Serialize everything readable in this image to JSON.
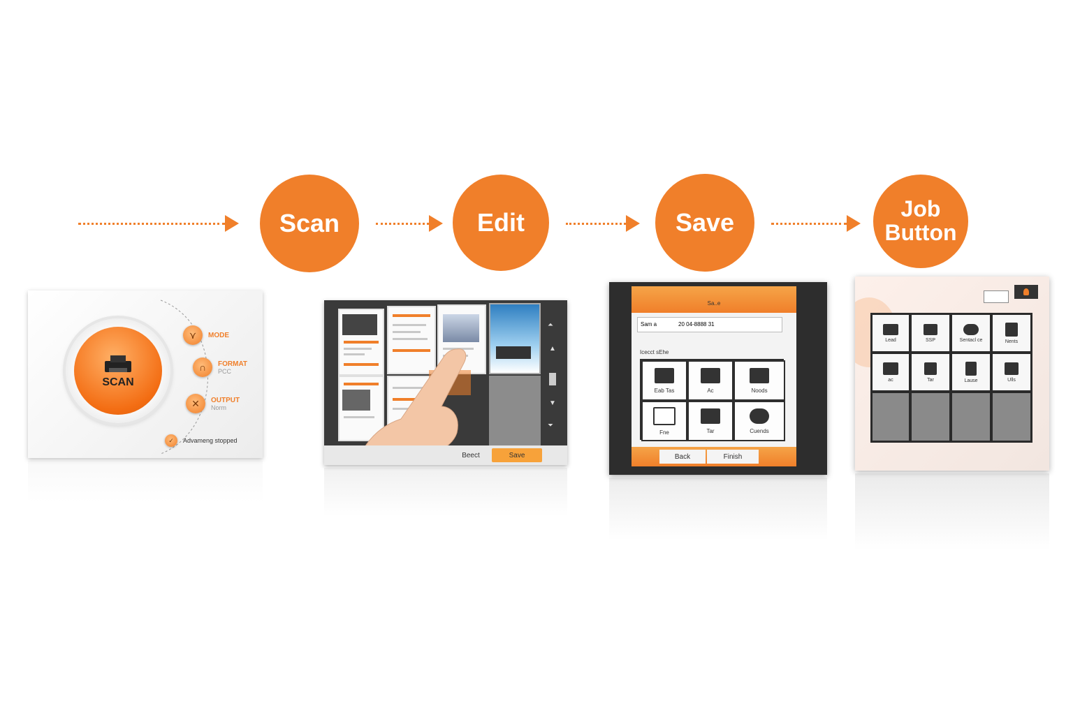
{
  "steps": [
    {
      "label_line1": "Scan",
      "label_line2": ""
    },
    {
      "label_line1": "Edit",
      "label_line2": ""
    },
    {
      "label_line1": "Save",
      "label_line2": ""
    },
    {
      "label_line1": "Job",
      "label_line2": "Button"
    }
  ],
  "colors": {
    "accent": "#f07f2a",
    "dark": "#2d2d2d"
  },
  "scan_panel": {
    "button_label": "SCAN",
    "options": [
      {
        "label": "MODE",
        "value": ""
      },
      {
        "label": "FORMAT",
        "value": "PCC"
      },
      {
        "label": "OUTPUT",
        "value": "Norm"
      }
    ],
    "status": "Advameng stopped"
  },
  "edit_panel": {
    "select_label": "Beect",
    "save_label": "Save"
  },
  "save_panel": {
    "title": "Sa..e",
    "field_label": "Sam a",
    "field_value": "20 04-8888 31",
    "section_label": "Icecct sEhe",
    "tiles": [
      "Eab Tas",
      "Ac",
      "Noods",
      "Fne",
      "Tar",
      "Cuends"
    ],
    "back_label": "Back",
    "finish_label": "Finish"
  },
  "job_panel": {
    "row1": [
      "Lead",
      "SSP",
      "Sentacl ce",
      "Nents"
    ],
    "row2": [
      "ac",
      "Tar",
      "Lause",
      "Ulls"
    ]
  }
}
